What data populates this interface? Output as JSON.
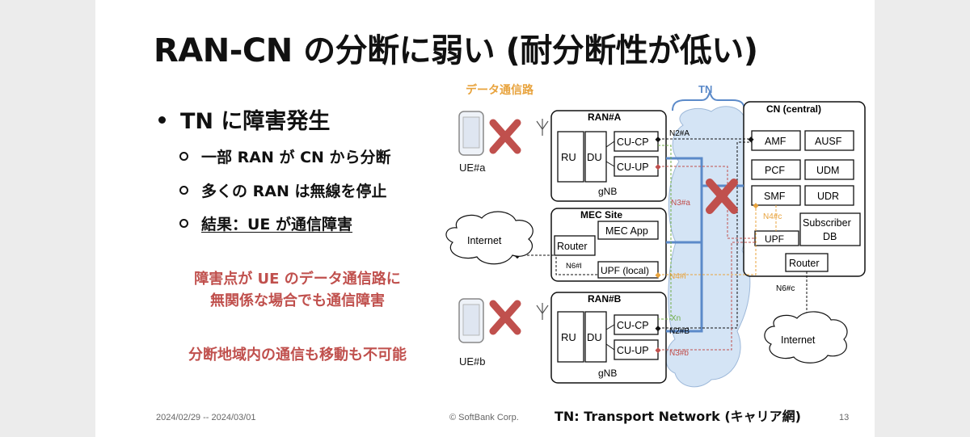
{
  "title": "RAN-CN の分断に弱い (耐分断性が低い)",
  "bullets": {
    "main": "TN に障害発生",
    "sub1": "一部 RAN が CN から分断",
    "sub2": "多くの RAN は無線を停止",
    "sub3": "結果：UE が通信障害"
  },
  "notes": {
    "line1": "障害点が UE のデータ通信路に",
    "line2": "無関係な場合でも通信障害",
    "line3": "分断地域内の通信も移動も不可能"
  },
  "footer": {
    "date": "2024/02/29 -- 2024/03/01",
    "copyright": "© SoftBank Corp.",
    "legend": "TN: Transport Network (キャリア網)",
    "page": "13"
  },
  "diagram": {
    "data_path_label": "データ通信路",
    "tn_label": "TN",
    "ran_a": {
      "title": "RAN#A",
      "ru": "RU",
      "du": "DU",
      "cucp": "CU-CP",
      "cuup": "CU-UP",
      "gnb": "gNB"
    },
    "ran_b": {
      "title": "RAN#B",
      "ru": "RU",
      "du": "DU",
      "cucp": "CU-CP",
      "cuup": "CU-UP",
      "gnb": "gNB"
    },
    "mec": {
      "title": "MEC Site",
      "app": "MEC App",
      "router": "Router",
      "upf": "UPF (local)",
      "n6": "N6#l"
    },
    "cn": {
      "title": "CN (central)",
      "amf": "AMF",
      "ausf": "AUSF",
      "pcf": "PCF",
      "udm": "UDM",
      "smf": "SMF",
      "udr": "UDR",
      "sub1": "Subscriber",
      "sub2": "DB",
      "upf": "UPF",
      "router": "Router"
    },
    "ue_a": "UE#a",
    "ue_b": "UE#b",
    "internet": "Internet",
    "labels": {
      "n2a": "N2#A",
      "n3a": "N3#a",
      "n4c": "N4#c",
      "n4l": "N4#l",
      "xn": "Xn",
      "n2b": "N2#B",
      "n3b": "N3#b",
      "n6c": "N6#c"
    },
    "colors": {
      "fault": "#c0504d",
      "data_path": "#e8a33d",
      "tn_fill": "#cfe0f3",
      "tn_line": "#5b8ac9",
      "green": "#70ad47"
    }
  }
}
